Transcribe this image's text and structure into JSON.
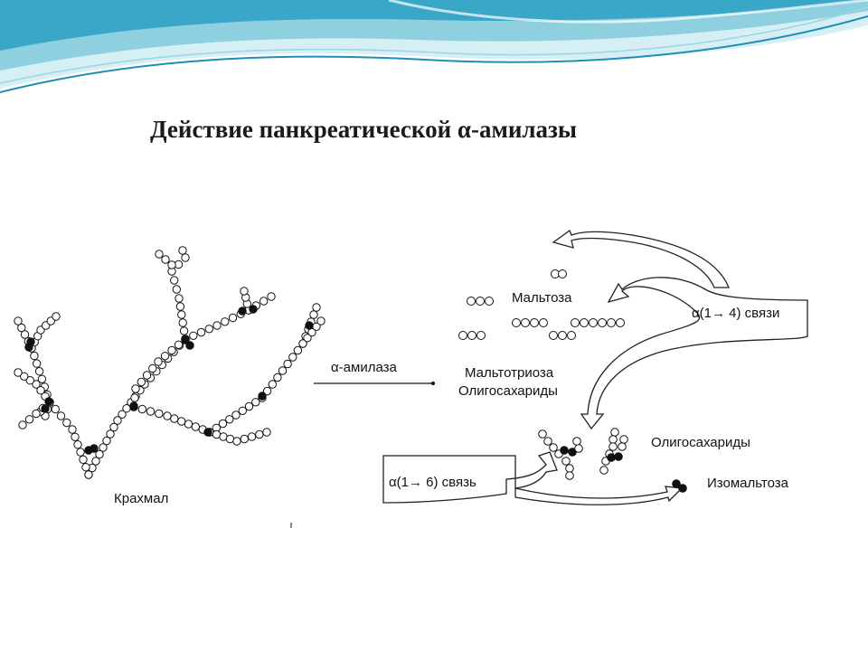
{
  "slide": {
    "title": "Действие панкреатической α-амилазы"
  },
  "diagram": {
    "starch_label": "Крахмал",
    "enzyme_label": "α-амилаза",
    "maltose": "Мальтоза",
    "maltotriose": "Мальтотриоза",
    "oligosaccharides_top": "Олигосахариды",
    "bond_14": "α(1→ 4) связи",
    "oligosaccharides_bottom": "Олигосахариды",
    "bond_16": "α(1→ 6) связь",
    "isomaltose": "Изомальтоза"
  },
  "colors": {
    "wave_dark": "#1d8fb5",
    "wave_light": "#bfe6ef",
    "ink": "#111111"
  }
}
